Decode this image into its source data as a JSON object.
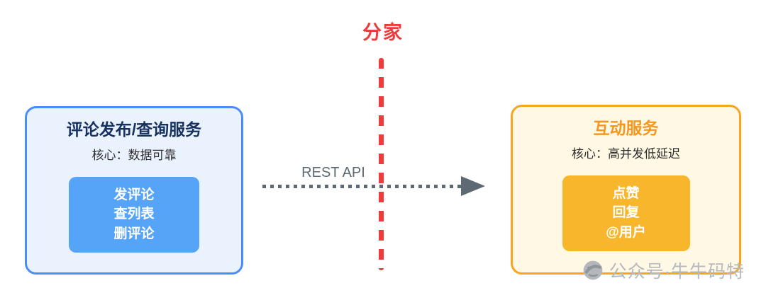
{
  "divider": {
    "label": "分家"
  },
  "arrow": {
    "label": "REST API"
  },
  "left_box": {
    "title": "评论发布/查询服务",
    "subtitle": "核心：数据可靠",
    "items": [
      "发评论",
      "查列表",
      "删评论"
    ]
  },
  "right_box": {
    "title": "互动服务",
    "subtitle": "核心：高并发低延迟",
    "items": [
      "点赞",
      "回复",
      "@用户"
    ]
  },
  "watermark": {
    "text": "公众号·牛牛码特"
  },
  "colors": {
    "divider_red": "#ee3b3b",
    "left_border": "#4a8df8",
    "left_fill": "#eaf2fe",
    "left_inner": "#56a4f8",
    "left_title": "#17315f",
    "right_border": "#f6a623",
    "right_fill": "#fff8e5",
    "right_inner": "#f8b62d",
    "right_title": "#f6961d",
    "arrow_gray": "#5d6a73",
    "watermark_gray": "#b6b9bd"
  }
}
